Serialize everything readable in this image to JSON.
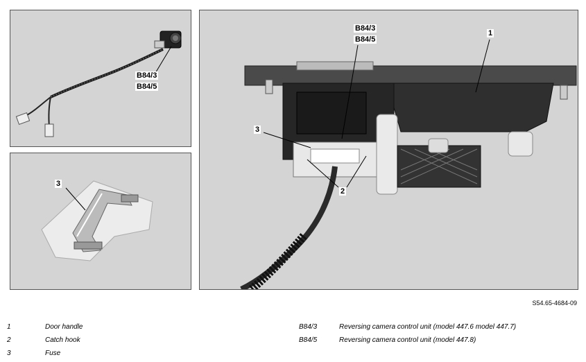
{
  "callouts": {
    "top_left_b84_3": "B84/3",
    "top_left_b84_5": "B84/5",
    "bottom_left_3": "3",
    "right_b84_3": "B84/3",
    "right_b84_5": "B84/5",
    "right_1": "1",
    "right_3": "3",
    "right_2": "2"
  },
  "figure_id": "S54.65-4684-09",
  "legend_left": [
    {
      "key": "1",
      "desc": "Door handle"
    },
    {
      "key": "2",
      "desc": "Catch hook"
    },
    {
      "key": "3",
      "desc": "Fuse"
    }
  ],
  "legend_right": [
    {
      "key": "B84/3",
      "desc": "Reversing camera control unit (model 447.6 model 447.7)"
    },
    {
      "key": "B84/5",
      "desc": "Reversing camera control unit (model 447.8)"
    }
  ]
}
